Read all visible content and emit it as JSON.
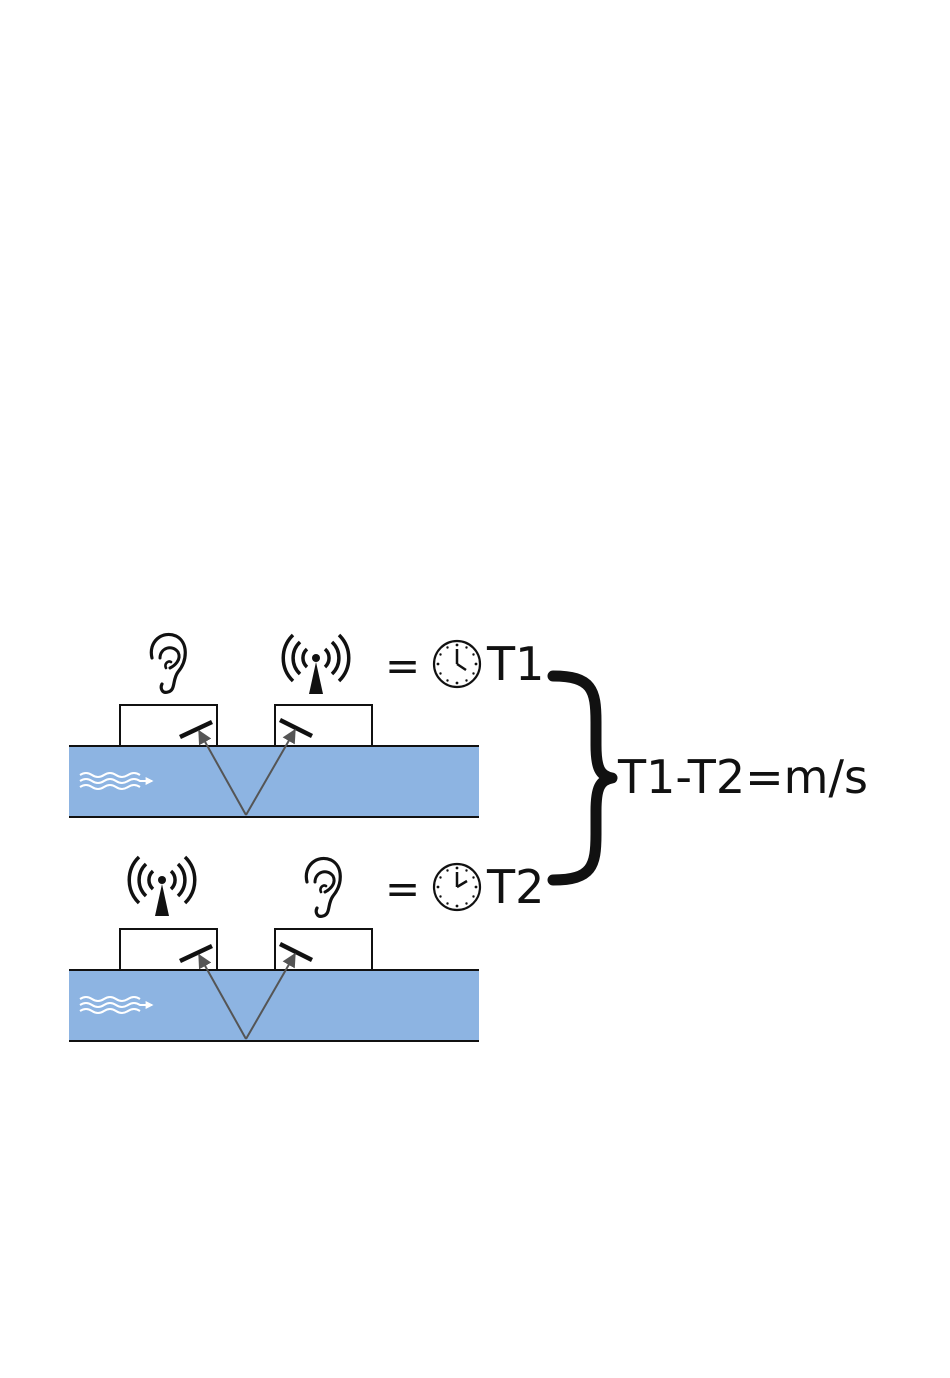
{
  "diagram": {
    "top_row": {
      "equals": "=",
      "time_label": "T1",
      "left_icon": "ear-icon",
      "right_icon": "transmitter-icon",
      "clock_icon": "clock-icon"
    },
    "bottom_row": {
      "equals": "=",
      "time_label": "T2",
      "left_icon": "transmitter-icon",
      "right_icon": "ear-icon",
      "clock_icon": "clock-icon"
    },
    "result": "T1-T2=m/s",
    "colors": {
      "pipe_fill": "#8db4e2",
      "stroke": "#111111",
      "beam": "#555555",
      "flow_arrow": "#ffffff"
    }
  }
}
